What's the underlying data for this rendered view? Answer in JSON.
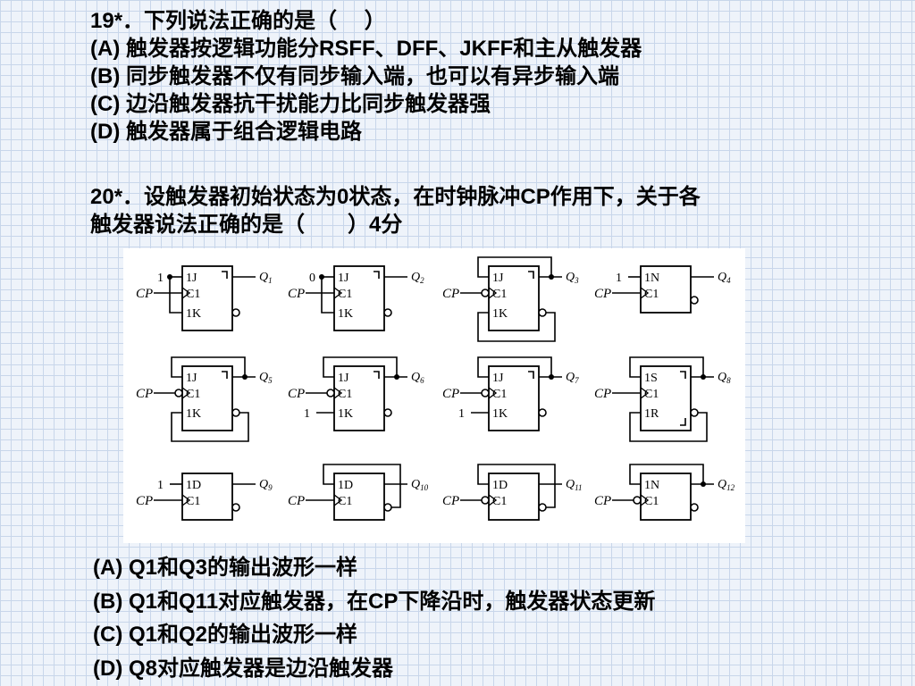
{
  "q19": {
    "stem": "19*．下列说法正确的是（　 ）",
    "options": [
      "(A) 触发器按逻辑功能分RSFF、DFF、JKFF和主从触发器",
      "(B) 同步触发器不仅有同步输入端，也可以有异步输入端",
      "(C) 边沿触发器抗干扰能力比同步触发器强",
      "(D) 触发器属于组合逻辑电路"
    ]
  },
  "q20": {
    "stem_line1": "20*．设触发器初始状态为0状态，在时钟脉冲CP作用下，关于各",
    "stem_line2": "触发器说法正确的是（　　）4分",
    "options": [
      "(A) Q1和Q3的输出波形一样",
      "(B) Q1和Q11对应触发器，在CP下降沿时，触发器状态更新",
      "(C) Q1和Q2的输出波形一样",
      "(D) Q8对应触发器是边沿触发器"
    ]
  },
  "diagram": {
    "cp_label": "CP",
    "c1_label": "C1",
    "flipflops": [
      {
        "output": "Q1",
        "in1": "1J",
        "in2": "1K",
        "ext1": "1",
        "ext2": ""
      },
      {
        "output": "Q2",
        "in1": "1J",
        "in2": "1K",
        "ext1": "0",
        "ext2": ""
      },
      {
        "output": "Q3",
        "in1": "1J",
        "in2": "1K",
        "ext1": "",
        "ext2": ""
      },
      {
        "output": "Q4",
        "in1": "1N",
        "in2": "",
        "ext1": "1",
        "ext2": ""
      },
      {
        "output": "Q5",
        "in1": "1J",
        "in2": "1K",
        "ext1": "",
        "ext2": ""
      },
      {
        "output": "Q6",
        "in1": "1J",
        "in2": "1K",
        "ext1": "",
        "ext2": "1"
      },
      {
        "output": "Q7",
        "in1": "1J",
        "in2": "1K",
        "ext1": "",
        "ext2": "1"
      },
      {
        "output": "Q8",
        "in1": "1S",
        "in2": "1R",
        "ext1": "",
        "ext2": ""
      },
      {
        "output": "Q9",
        "in1": "1D",
        "in2": "",
        "ext1": "1",
        "ext2": ""
      },
      {
        "output": "Q10",
        "in1": "1D",
        "in2": "",
        "ext1": "",
        "ext2": ""
      },
      {
        "output": "Q11",
        "in1": "1D",
        "in2": "",
        "ext1": "",
        "ext2": ""
      },
      {
        "output": "Q12",
        "in1": "1N",
        "in2": "",
        "ext1": "",
        "ext2": ""
      }
    ]
  }
}
